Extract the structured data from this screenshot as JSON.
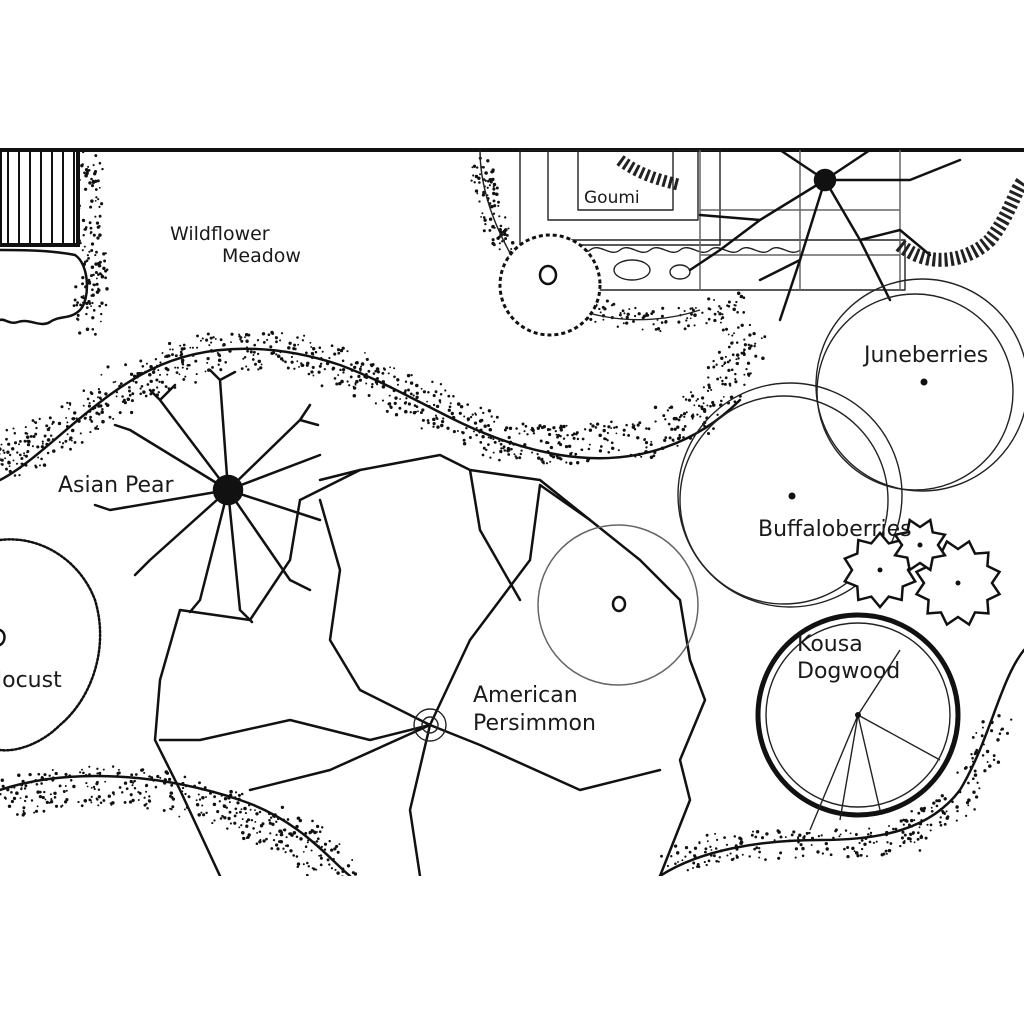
{
  "labels": {
    "meadow_line1": "Wildflower",
    "meadow_line2": "Meadow",
    "goumi": "Goumi",
    "juneberries": "Juneberries",
    "asian_pear": "Asian Pear",
    "buffaloberries": "Buffaloberries",
    "locust": "locust",
    "american_line1": "American",
    "american_line2": "Persimmon",
    "kousa_line1": "Kousa",
    "kousa_line2": "Dogwood"
  },
  "colors": {
    "ink": "#111111",
    "paper": "#ffffff"
  }
}
